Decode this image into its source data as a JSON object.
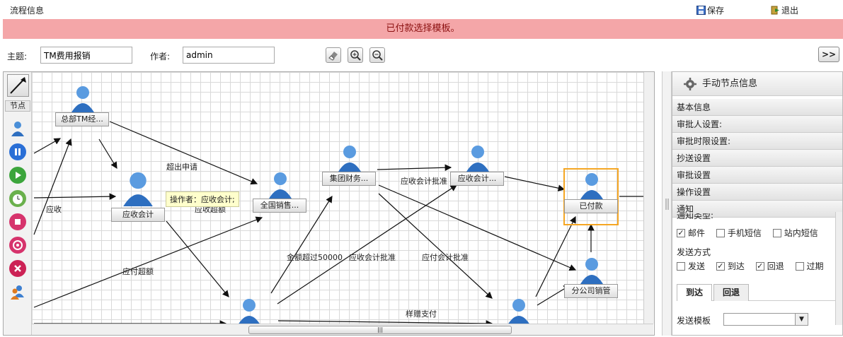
{
  "header": {
    "title": "流程信息",
    "save_label": "保存",
    "exit_label": "退出"
  },
  "alert": {
    "message": "已付款选择模板。"
  },
  "form": {
    "subject_label": "主题:",
    "subject_value": "TM费用报销",
    "author_label": "作者:",
    "author_value": "admin",
    "collapse_label": ">>"
  },
  "palette": {
    "label": "节点",
    "items": [
      "user-node-icon",
      "pause-icon",
      "play-icon",
      "timer-icon",
      "stop-icon",
      "target-icon",
      "cancel-icon",
      "group-users-icon"
    ]
  },
  "nodes": [
    {
      "label": "总部TM经..."
    },
    {
      "label": "应收会计"
    },
    {
      "label": "全国销售..."
    },
    {
      "label": "集团财务..."
    },
    {
      "label": "应收会计..."
    },
    {
      "label": "已付款"
    },
    {
      "label": "分公司销管"
    },
    {
      "label": ""
    },
    {
      "label": ""
    }
  ],
  "edge_labels": [
    "超出申请",
    "应收",
    "应收超额",
    "应付超额",
    "金额超过50000",
    "应收会计批准",
    "应收会计批准",
    "应付会计批准",
    "样赠支付"
  ],
  "tooltip": "操作者：应收会计;",
  "side": {
    "title": "手动节点信息",
    "sections": [
      "基本信息",
      "审批人设置:",
      "审批时限设置:",
      "抄送设置",
      "审批设置",
      "操作设置",
      "通知"
    ],
    "notify_type_label": "通知类型:",
    "notify_types": [
      {
        "label": "邮件",
        "checked": true
      },
      {
        "label": "手机短信",
        "checked": false
      },
      {
        "label": "站内短信",
        "checked": false
      }
    ],
    "send_mode_label": "发送方式",
    "send_modes": [
      {
        "label": "发送",
        "checked": false
      },
      {
        "label": "到达",
        "checked": true
      },
      {
        "label": "回退",
        "checked": true
      },
      {
        "label": "过期",
        "checked": false
      }
    ],
    "tabs": [
      "到达",
      "回退"
    ],
    "template_label": "发送模板",
    "template_value": ""
  },
  "colors": {
    "alert_bg": "#f4a6a8",
    "alert_text": "#8b1010",
    "selected_node": "#f5a623"
  }
}
